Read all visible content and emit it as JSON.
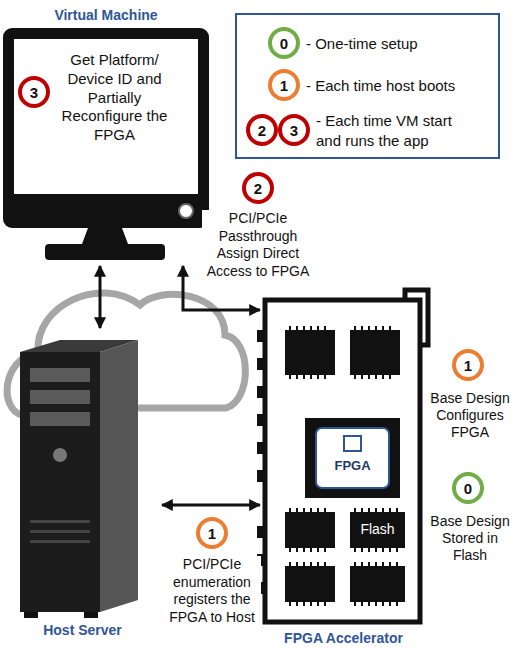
{
  "diagram": {
    "nodes": [
      {
        "text": [
          "Virtual Machine",
          "Get Platform/ Device ID and Partially Reconfigure the FPGA"
        ]
      },
      {
        "text": [
          "Host Server"
        ]
      },
      {
        "text": [
          "FPGA Accelerator"
        ]
      }
    ],
    "edges": [
      {
        "from": 0,
        "to": 1,
        "arrow": "both"
      },
      {
        "from": 0,
        "to": 2,
        "arrow": "both",
        "label": "PCI/PCIe Passthrough Assign Direct Access to FPGA"
      },
      {
        "from": 1,
        "to": 2,
        "arrow": "both",
        "label": "PCI/PCIe enumeration registers the FPGA to Host"
      }
    ],
    "labels": [
      "3",
      "2",
      "1",
      "1",
      "Base Design Configures FPGA",
      "0",
      "Base Design Stored in Flash",
      "FPGA",
      "Flash",
      "0",
      "1",
      "2",
      "3"
    ],
    "legend": [
      {
        "text": "- One-time setup",
        "color": "#70ad47"
      },
      {
        "text": "- Each time host boots",
        "color": "#ed7d31"
      },
      {
        "text": "- Each time VM start and runs the app",
        "color": "#c00000"
      }
    ]
  }
}
